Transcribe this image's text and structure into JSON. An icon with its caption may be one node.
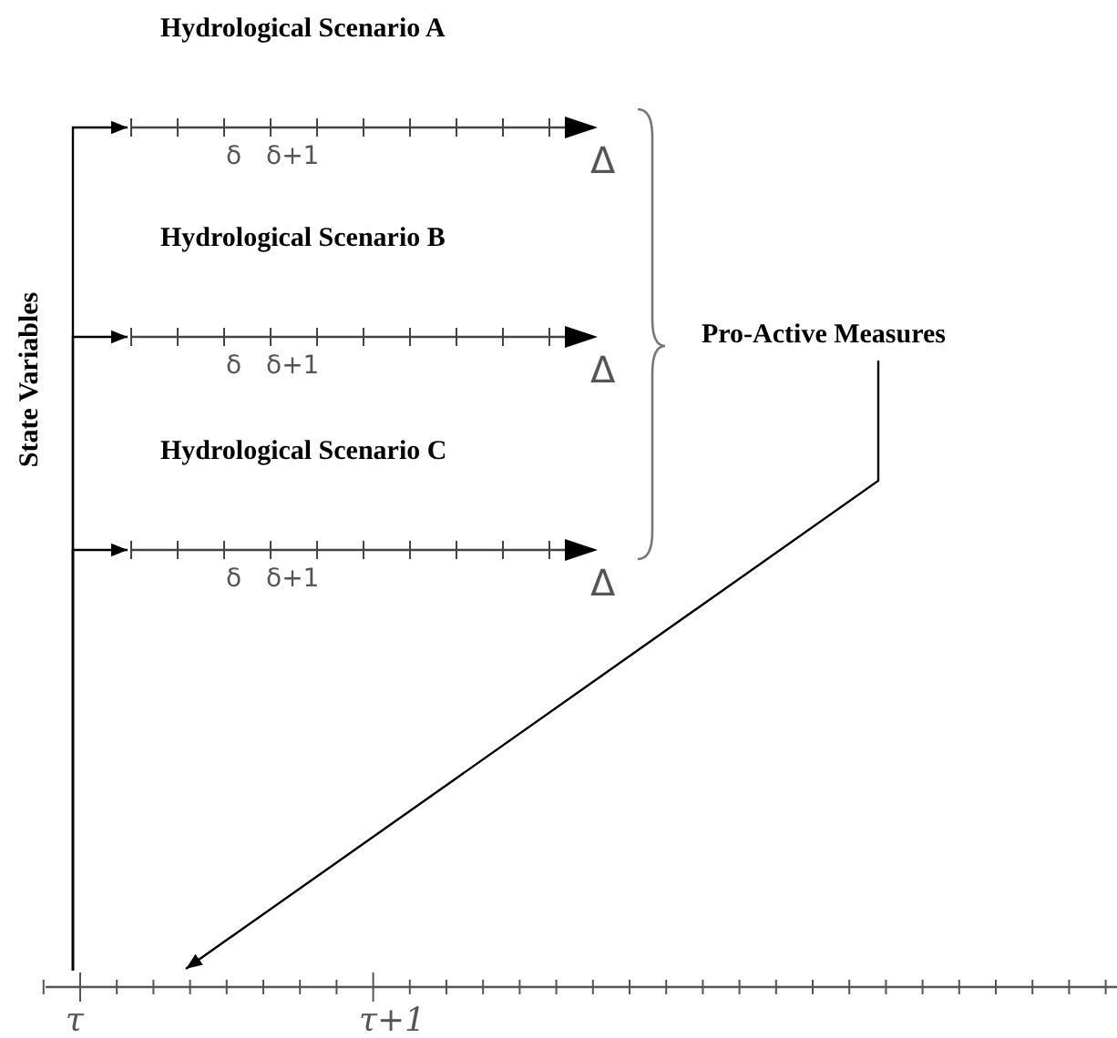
{
  "diagram": {
    "nodes": [
      {
        "text": [
          "Hydrological Scenario A"
        ],
        "beside": [
          "δ",
          "δ+1",
          "Δ"
        ]
      },
      {
        "text": [
          "Hydrological Scenario B"
        ],
        "beside": [
          "δ",
          "δ+1",
          "Δ"
        ]
      },
      {
        "text": [
          "Hydrological Scenario C"
        ],
        "beside": [
          "δ",
          "δ+1",
          "Δ"
        ]
      },
      {
        "text": [
          "Pro-Active Measures"
        ]
      },
      {
        "text": [],
        "shape": "bar",
        "beside": [
          "τ",
          "τ+1"
        ]
      }
    ],
    "edges": [
      {
        "from": 4,
        "to": 0,
        "arrow": "to"
      },
      {
        "from": 4,
        "to": 1,
        "arrow": "to"
      },
      {
        "from": 4,
        "to": 2,
        "arrow": "to"
      },
      {
        "from": 3,
        "to": 4,
        "arrow": "to"
      }
    ],
    "labels": [
      "State Variables"
    ]
  }
}
